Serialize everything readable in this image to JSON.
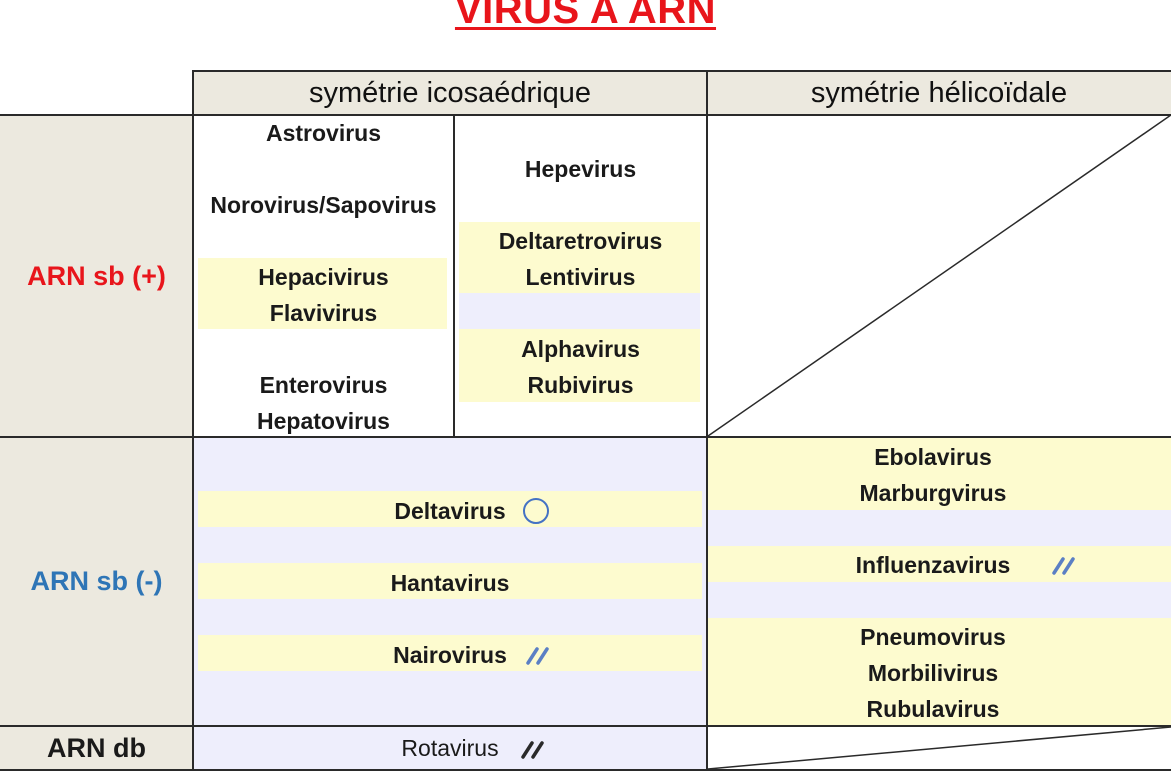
{
  "title": "VIRUS A ARN",
  "columns": {
    "icosahedral": "symétrie icosaédrique",
    "helical": "symétrie hélicoïdale"
  },
  "rows": {
    "ss_plus": "ARN sb (+)",
    "ss_minus": "ARN sb (-)",
    "ds": "ARN db"
  },
  "colors": {
    "title": "#e8151b",
    "ss_plus": "#e8151b",
    "ss_minus": "#2e75b6",
    "ds": "#1a1a1a",
    "header_bg": "#ece9df",
    "highlight_yellow": "#fdfbcf",
    "band_lavender": "#eeeefc",
    "marker_blue": "#4472c4"
  },
  "ss_plus_icosahedral_left": {
    "astro": "Astrovirus",
    "noro": "Norovirus/Sapovirus",
    "hepaci": "Hepacivirus",
    "flavi": "Flavivirus",
    "entero": "Enterovirus",
    "hepato": "Hepatovirus"
  },
  "ss_plus_icosahedral_right": {
    "hepe": "Hepevirus",
    "deltaretro": "Deltaretrovirus",
    "lenti": "Lentivirus",
    "alpha": "Alphavirus",
    "rubi": "Rubivirus"
  },
  "ss_minus_icosahedral": {
    "delta": "Deltavirus",
    "hanta": "Hantavirus",
    "nairo": "Nairovirus"
  },
  "ss_minus_helical": {
    "ebola": "Ebolavirus",
    "marburg": "Marburgvirus",
    "influenza": "Influenzavirus",
    "pneumo": "Pneumovirus",
    "morbili": "Morbilivirus",
    "rubula": "Rubulavirus"
  },
  "ds_icosahedral": {
    "rota": "Rotavirus"
  },
  "markers": {
    "deltavirus": "circle-icon",
    "segmented": "double-slash-icon"
  }
}
